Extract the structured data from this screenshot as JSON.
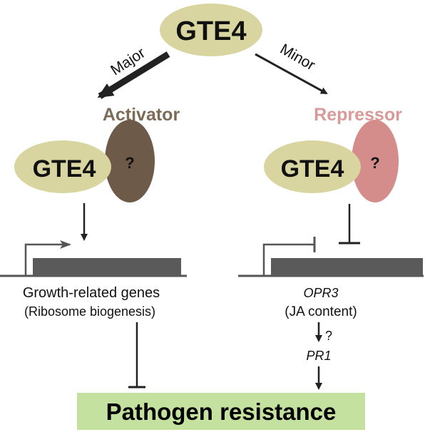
{
  "diagram": {
    "top_node": "GTE4",
    "left_branch": {
      "arrow_label": "Major",
      "role_label": "Activator",
      "role_color": "#7d6b57",
      "gte4_label": "GTE4",
      "partner_label": "?",
      "partner_color": "#6e5a48",
      "gene_line1": "Growth-related genes",
      "gene_line2": "(Ribosome biogenesis)"
    },
    "right_branch": {
      "arrow_label": "Minor",
      "role_label": "Repressor",
      "role_color": "#d89a98",
      "gte4_label": "GTE4",
      "partner_label": "?",
      "partner_color": "#d48d8b",
      "gene_name": "OPR3",
      "gene_effect": "(JA content)",
      "step_question": "?",
      "marker_gene": "PR1"
    },
    "outcome": "Pathogen resistance",
    "colors": {
      "gte4_fill": "#d8d5a0",
      "outcome_bg": "#c5e1a0",
      "gene_bar": "#5a5a5a",
      "arrow": "#222222"
    }
  }
}
